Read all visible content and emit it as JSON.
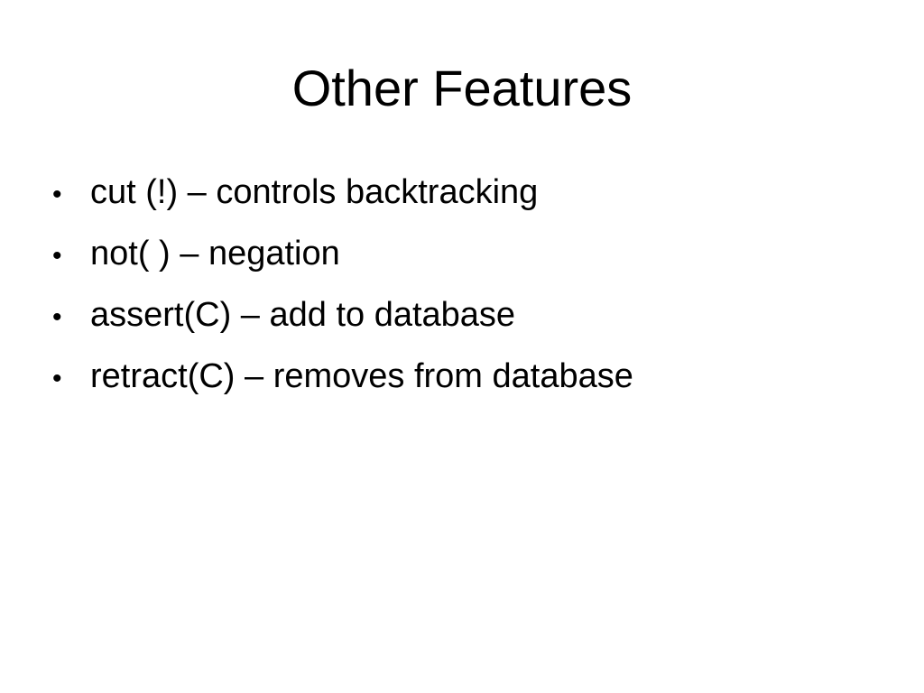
{
  "slide": {
    "title": "Other Features",
    "bullet_marker": "•",
    "bullets": [
      {
        "text": "cut (!) – controls backtracking"
      },
      {
        "text": "not( ) – negation"
      },
      {
        "text": "assert(C) – add to database"
      },
      {
        "text": "retract(C) – removes from database"
      }
    ]
  }
}
